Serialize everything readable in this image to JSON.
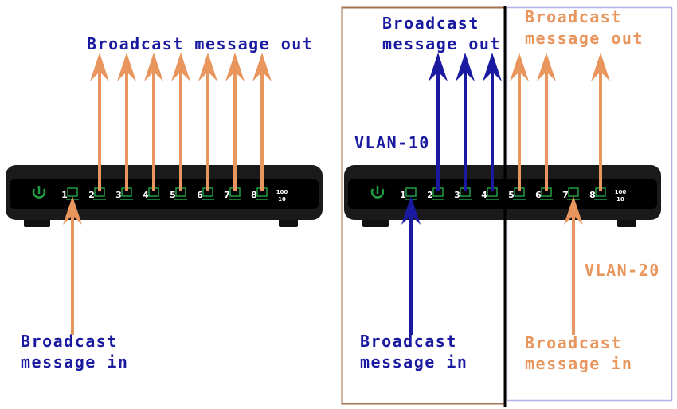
{
  "colors": {
    "vlan10_blue": "#1a1aa0",
    "vlan20_orange": "#e8955e",
    "led_green": "#1f9d45",
    "switch_body": "#1a1a1a",
    "vlan10_box": "#a2714f",
    "vlan20_box": "#b0b0e8"
  },
  "left_diagram": {
    "title_out": "Broadcast message out",
    "label_in_line1": "Broadcast",
    "label_in_line2": "message in",
    "ingress_port": 1,
    "egress_ports": [
      2,
      3,
      4,
      5,
      6,
      7,
      8
    ]
  },
  "right_diagram": {
    "vlan10": {
      "name": "VLAN-10",
      "out_line1": "Broadcast",
      "out_line2": "message out",
      "in_line1": "Broadcast",
      "in_line2": "message in",
      "ingress_port": 1,
      "egress_ports": [
        2,
        3,
        4
      ]
    },
    "vlan20": {
      "name": "VLAN-20",
      "out_line1": "Broadcast",
      "out_line2": "message out",
      "in_line1": "Broadcast",
      "in_line2": "message in",
      "ingress_port": 7,
      "egress_ports": [
        5,
        6,
        8
      ]
    }
  },
  "switch": {
    "port_numbers": [
      "1",
      "2",
      "3",
      "4",
      "5",
      "6",
      "7",
      "8"
    ],
    "speed_top": "100",
    "speed_bottom": "10",
    "power_icon": "power-icon"
  }
}
